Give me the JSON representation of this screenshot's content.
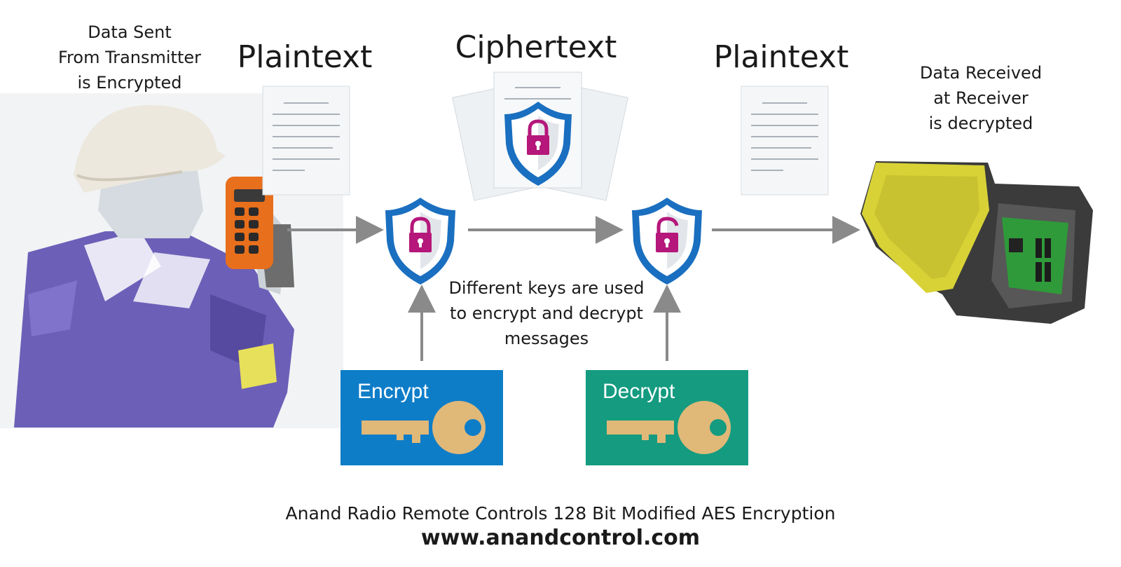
{
  "labels": {
    "tx_note_line1": "Data Sent",
    "tx_note_line2": "From Transmitter",
    "tx_note_line3": "is Encrypted",
    "rx_note_line1": "Data Received",
    "rx_note_line2": "at Receiver",
    "rx_note_line3": "is decrypted",
    "plaintext_left": "Plaintext",
    "ciphertext": "Ciphertext",
    "plaintext_right": "Plaintext",
    "keys_note_line1": "Different keys are used",
    "keys_note_line2": "to encrypt and decrypt",
    "keys_note_line3": "messages",
    "encrypt_key": "Encrypt",
    "decrypt_key": "Decrypt",
    "footer_title": "Anand Radio Remote Controls 128 Bit Modified AES Encryption",
    "footer_url": "www.anandcontrol.com"
  },
  "colors": {
    "shield_blue": "#1a6fc0",
    "lock_magenta": "#b5177a",
    "arrow_gray": "#8a8a8a",
    "encrypt_box": "#0e7dc8",
    "decrypt_box": "#149b80",
    "key_gold": "#e0b878"
  },
  "icons": [
    "worker-with-remote-image",
    "document-icon",
    "shield-lock-icon",
    "shield-unlock-icon",
    "key-icon",
    "receiver-box-image"
  ]
}
